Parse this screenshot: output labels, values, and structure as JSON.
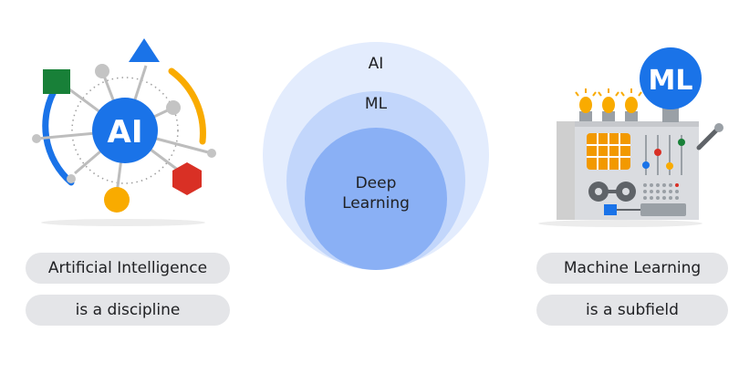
{
  "ai_section": {
    "icon_label": "AI",
    "pill_title": "Artificial Intelligence",
    "pill_subtitle": "is a discipline"
  },
  "venn": {
    "outer_label": "AI",
    "middle_label": "ML",
    "inner_label_line1": "Deep",
    "inner_label_line2": "Learning"
  },
  "ml_section": {
    "icon_label": "ML",
    "pill_title": "Machine Learning",
    "pill_subtitle": "is a subfield"
  },
  "colors": {
    "google_blue": "#1a73e8",
    "google_red": "#d93025",
    "google_yellow": "#f9ab00",
    "google_green": "#188038",
    "venn_outer": "#e3ecfd",
    "venn_middle": "#c2d6fb",
    "venn_inner": "#8ab0f5",
    "pill_bg": "#e4e5e8"
  }
}
